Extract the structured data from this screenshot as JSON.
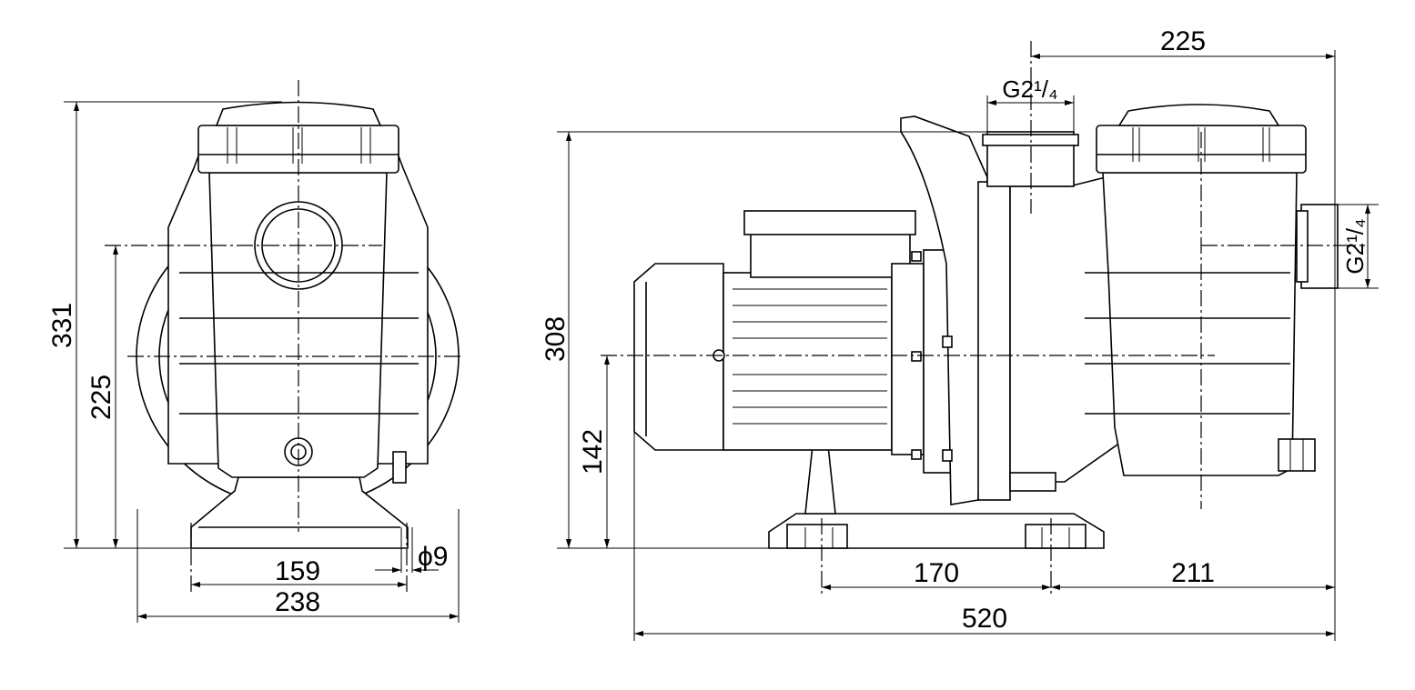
{
  "front_view": {
    "dims": {
      "overall_height": "331",
      "axis_height": "225",
      "foot_span": "159",
      "body_width": "238",
      "hole_dia": "ϕ9"
    }
  },
  "side_view": {
    "dims": {
      "overall_height": "308",
      "shaft_height": "142",
      "outlet_to_end": "225",
      "foot_span": "170",
      "foot_to_end": "211",
      "overall_length": "520",
      "top_port": "G2¹/₄",
      "side_port": "G2¹/₄"
    }
  }
}
